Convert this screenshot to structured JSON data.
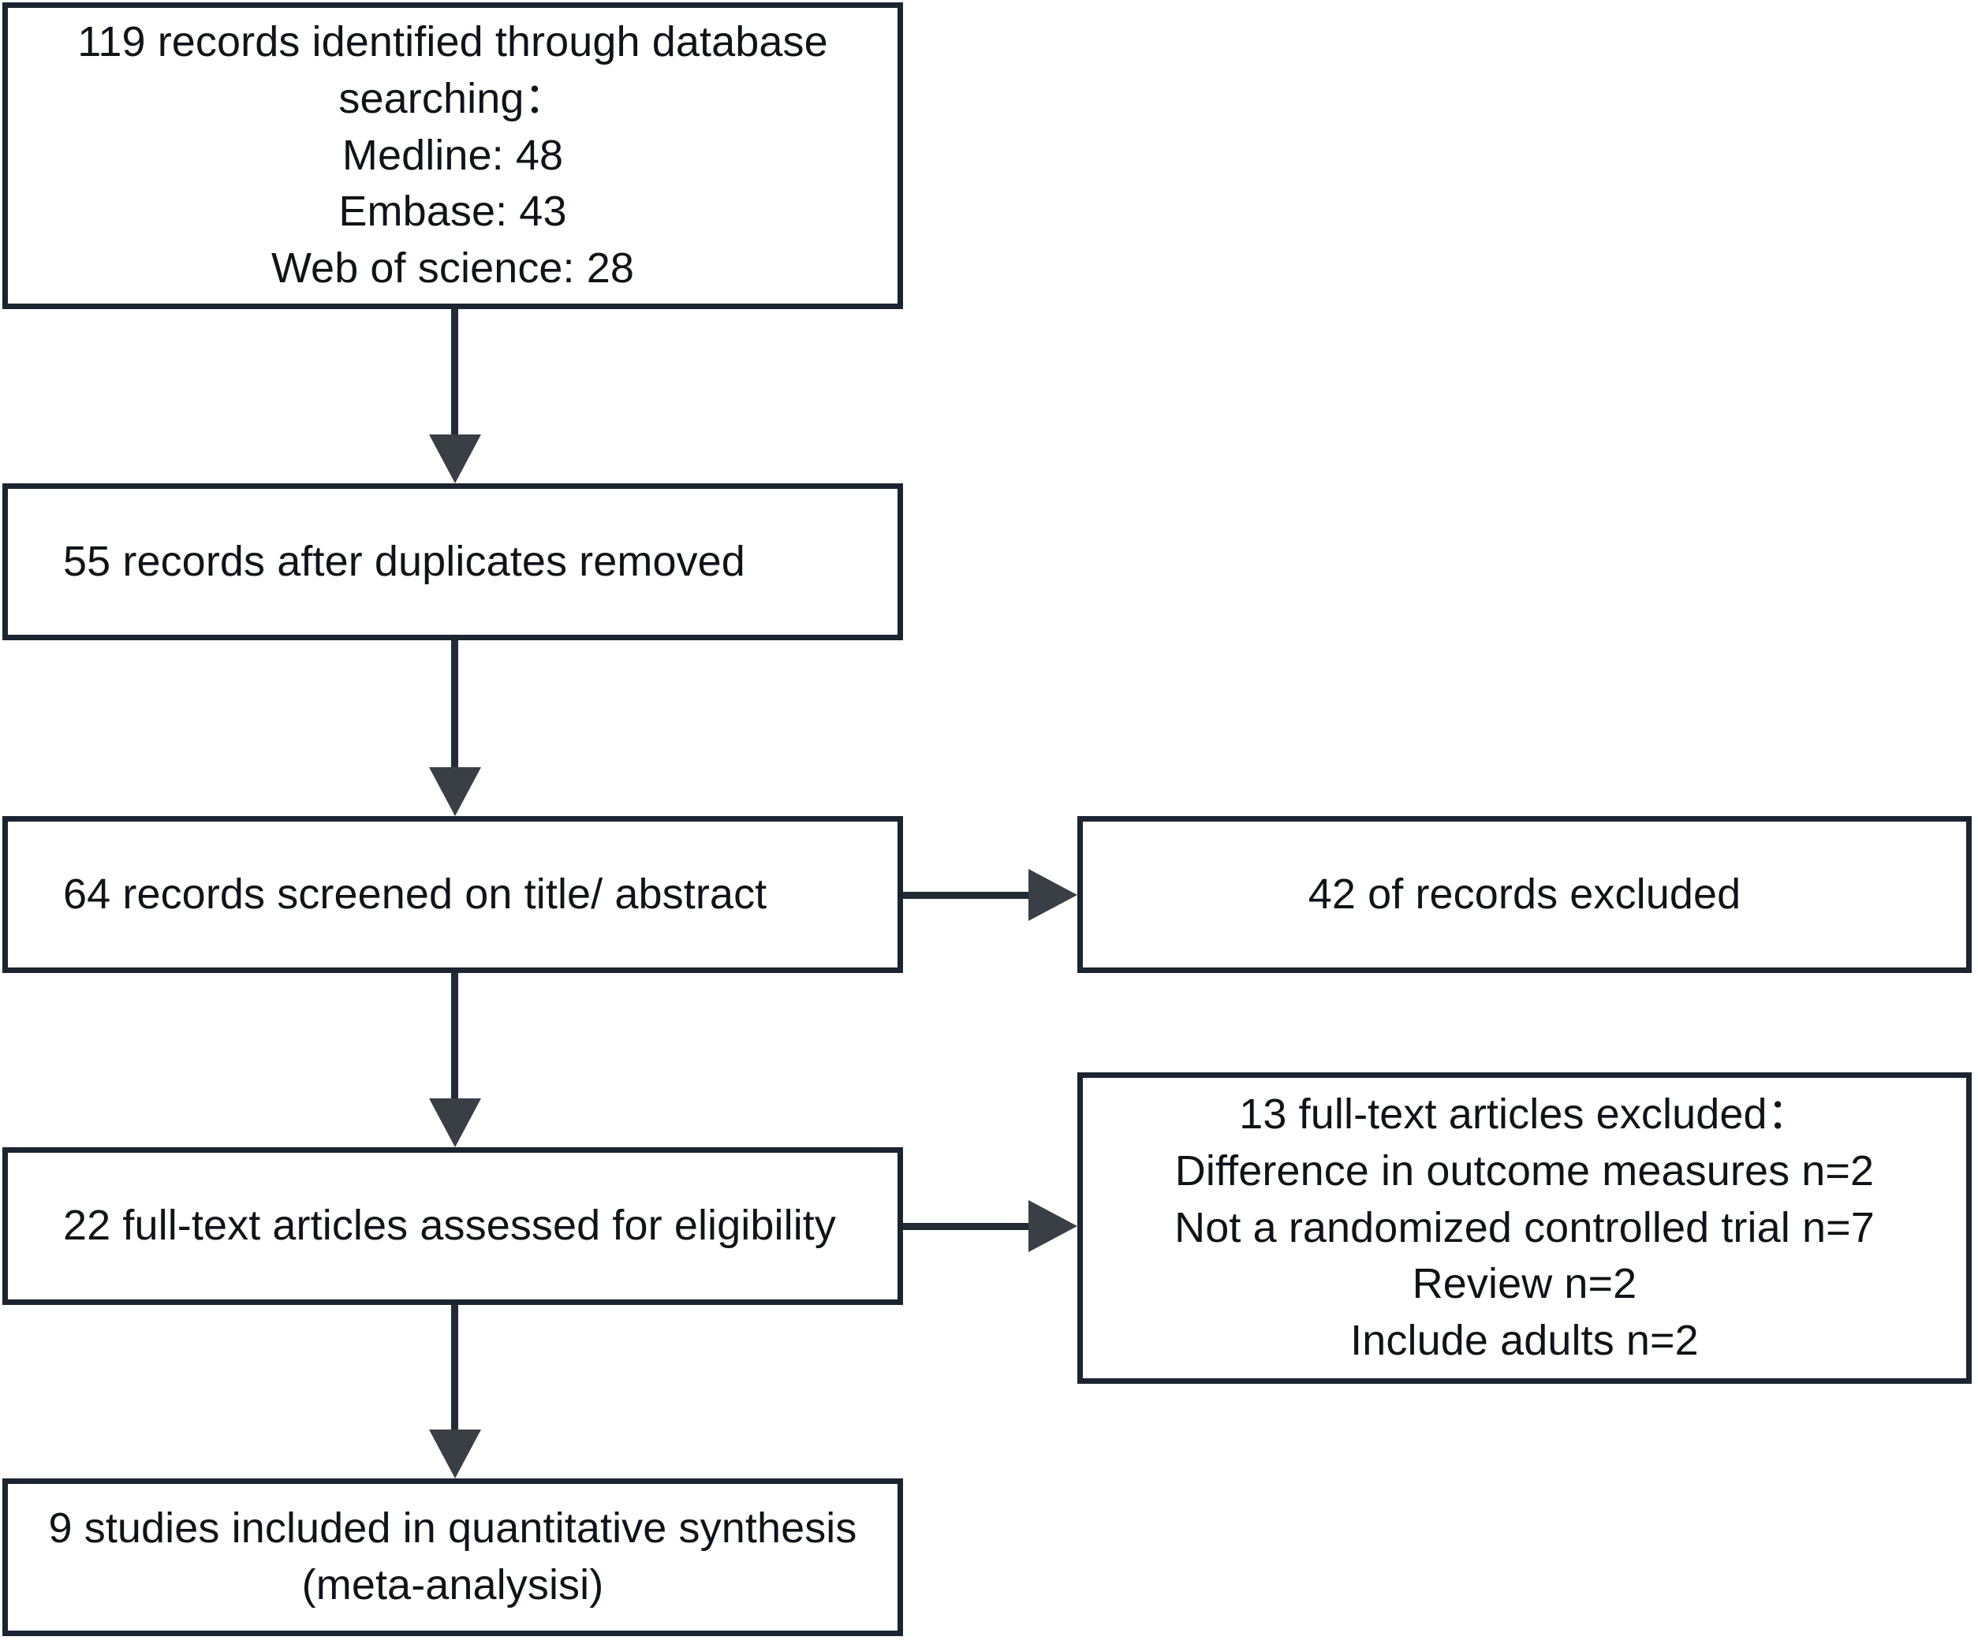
{
  "diagram": {
    "type": "prisma-flow-diagram",
    "title": "",
    "colors": {
      "box_border": "#1b2430",
      "connector": "#232b35",
      "arrow_head": "#3a3f45",
      "text": "#101418",
      "background": "#ffffff"
    },
    "nodes": [
      {
        "id": "identified",
        "name": "records-identified-box",
        "align": "center",
        "text": "119 records identified through database\nsearching：\nMedline: 48\nEmbase: 43\nWeb of science: 28",
        "counts": {
          "total": 119,
          "medline": 48,
          "embase": 43,
          "web_of_science": 28
        }
      },
      {
        "id": "duplicates-removed",
        "name": "records-after-duplicates-box",
        "align": "left",
        "text": "55 records after duplicates removed",
        "counts": {
          "total": 55
        }
      },
      {
        "id": "screened",
        "name": "records-screened-box",
        "align": "left",
        "text": "64 records screened on title/ abstract",
        "counts": {
          "total": 64
        }
      },
      {
        "id": "records-excluded",
        "name": "records-excluded-box",
        "align": "center",
        "text": "42 of records excluded",
        "counts": {
          "total": 42
        }
      },
      {
        "id": "fulltext-assessed",
        "name": "fulltext-assessed-box",
        "align": "left",
        "text": "22 full-text articles assessed for eligibility",
        "counts": {
          "total": 22
        }
      },
      {
        "id": "fulltext-excluded",
        "name": "fulltext-excluded-box",
        "align": "center",
        "text": "13 full-text articles excluded：\nDifference in outcome measures n=2\nNot a randomized controlled trial n=7\nReview n=2\nInclude adults n=2",
        "counts": {
          "total": 13,
          "difference_in_outcome_measures": 2,
          "not_a_randomized_controlled_trial": 7,
          "review": 2,
          "include_adults": 2
        }
      },
      {
        "id": "included",
        "name": "studies-included-box",
        "align": "center",
        "text": "9 studies included in quantitative synthesis\n(meta-analysisi)",
        "counts": {
          "total": 9
        }
      }
    ],
    "edges": [
      {
        "from": "identified",
        "to": "duplicates-removed",
        "direction": "down"
      },
      {
        "from": "duplicates-removed",
        "to": "screened",
        "direction": "down"
      },
      {
        "from": "screened",
        "to": "records-excluded",
        "direction": "right"
      },
      {
        "from": "screened",
        "to": "fulltext-assessed",
        "direction": "down"
      },
      {
        "from": "fulltext-assessed",
        "to": "fulltext-excluded",
        "direction": "right"
      },
      {
        "from": "fulltext-assessed",
        "to": "included",
        "direction": "down"
      }
    ]
  }
}
